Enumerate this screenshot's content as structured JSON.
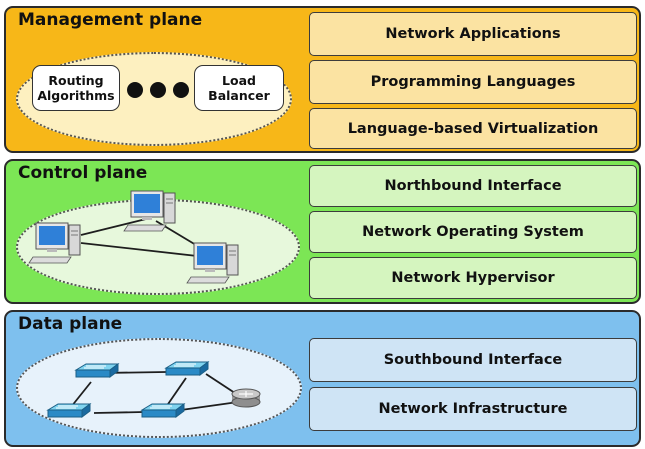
{
  "planes": {
    "management": {
      "title": "Management plane",
      "layers": [
        "Network Applications",
        "Programming Languages",
        "Language-based Virtualization"
      ],
      "apps": {
        "routing": {
          "line1": "Routing",
          "line2": "Algorithms"
        },
        "balancer": {
          "line1": "Load",
          "line2": "Balancer"
        }
      },
      "icons": [
        "ellipsis-dots"
      ]
    },
    "control": {
      "title": "Control plane",
      "layers": [
        "Northbound Interface",
        "Network Operating System",
        "Network Hypervisor"
      ],
      "icons": [
        "desktop-computer-icon"
      ]
    },
    "data": {
      "title": "Data plane",
      "layers": [
        "Southbound Interface",
        "Network Infrastructure"
      ],
      "icons": [
        "network-switch-icon",
        "router-icon"
      ]
    }
  },
  "colors": {
    "management": "#f7b718",
    "control": "#7ce655",
    "data": "#7ec0ee"
  }
}
